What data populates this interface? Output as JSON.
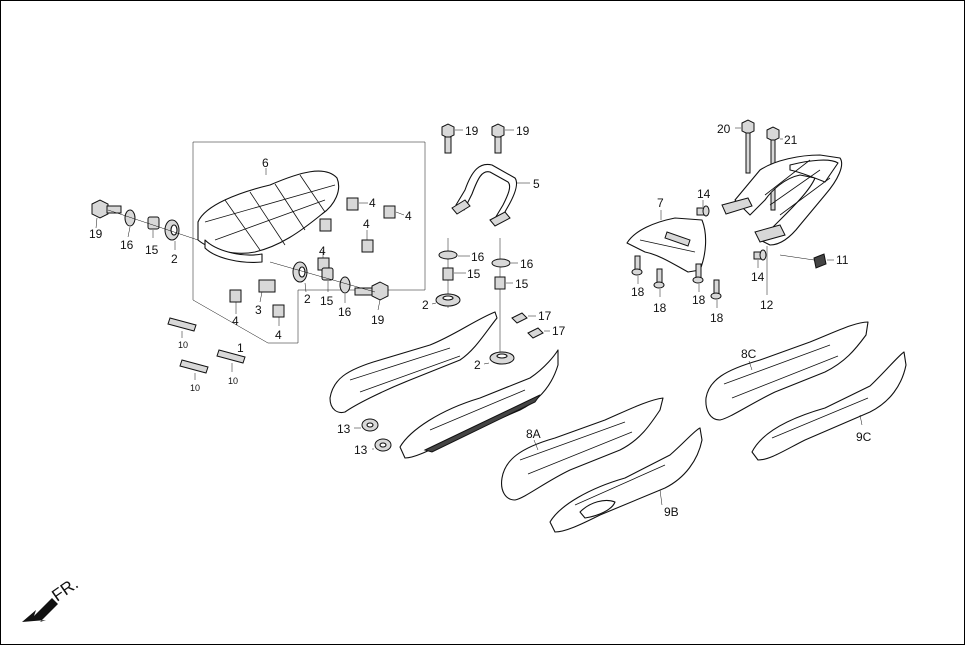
{
  "diagram": {
    "front_indicator": "FR.",
    "labels": {
      "seat": "6",
      "rubber_a": "4",
      "rubber_b": "4",
      "rubber_c": "4",
      "rubber_d": "4",
      "rubber_e": "4",
      "rubber_f": "4",
      "clip": "3",
      "seat_group": "1",
      "bolt_left": "19",
      "washer_left": "16",
      "collar_left": "15",
      "grommet_left": "2",
      "grommet_mid": "2",
      "collar_mid": "15",
      "washer_mid": "16",
      "bolt_mid": "19",
      "strip_a": "10",
      "strip_b": "10",
      "strip_c": "10",
      "bolt_top_a": "19",
      "bolt_top_b": "19",
      "grab_handle": "5",
      "washer_upper_a": "16",
      "collar_upper_a": "15",
      "grommet_upper_a": "2",
      "washer_upper_b": "16",
      "collar_upper_b": "15",
      "grommet_upper_b": "2",
      "nut_a": "17",
      "nut_b": "17",
      "cushion_a": "13",
      "cushion_b": "13",
      "cover_8a": "8A",
      "cover_9b": "9B",
      "cover_8c": "8C",
      "cover_9c": "9C",
      "rear_cover": "7",
      "screw_a": "18",
      "screw_b": "18",
      "screw_c": "18",
      "screw_d": "18",
      "bolt_20": "20",
      "bolt_21": "21",
      "pin_a": "14",
      "pin_b": "14",
      "plug": "11",
      "rack": "12"
    }
  }
}
